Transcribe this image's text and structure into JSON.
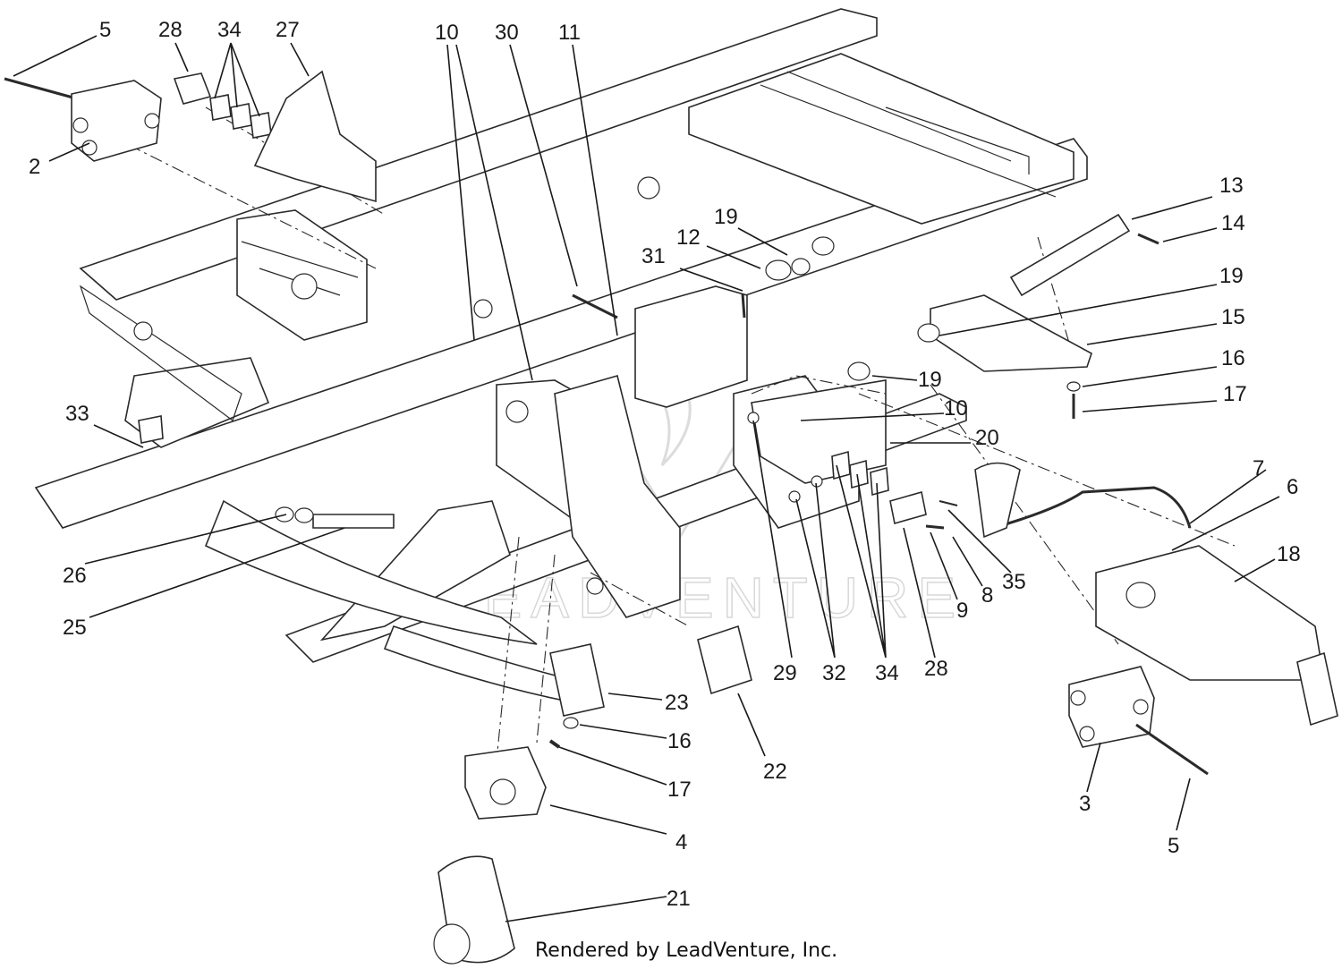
{
  "diagram": {
    "callouts": [
      {
        "id": "c5a",
        "text": "5"
      },
      {
        "id": "c28a",
        "text": "28"
      },
      {
        "id": "c34a",
        "text": "34"
      },
      {
        "id": "c27",
        "text": "27"
      },
      {
        "id": "c10a",
        "text": "10"
      },
      {
        "id": "c30",
        "text": "30"
      },
      {
        "id": "c11",
        "text": "11"
      },
      {
        "id": "c2",
        "text": "2"
      },
      {
        "id": "c19a",
        "text": "19"
      },
      {
        "id": "c12",
        "text": "12"
      },
      {
        "id": "c31",
        "text": "31"
      },
      {
        "id": "c13",
        "text": "13"
      },
      {
        "id": "c14",
        "text": "14"
      },
      {
        "id": "c19b",
        "text": "19"
      },
      {
        "id": "c15",
        "text": "15"
      },
      {
        "id": "c16a",
        "text": "16"
      },
      {
        "id": "c19c",
        "text": "19"
      },
      {
        "id": "c17a",
        "text": "17"
      },
      {
        "id": "c10b",
        "text": "10"
      },
      {
        "id": "c33",
        "text": "33"
      },
      {
        "id": "c20",
        "text": "20"
      },
      {
        "id": "c7",
        "text": "7"
      },
      {
        "id": "c6",
        "text": "6"
      },
      {
        "id": "c18",
        "text": "18"
      },
      {
        "id": "c26",
        "text": "26"
      },
      {
        "id": "c35",
        "text": "35"
      },
      {
        "id": "c8",
        "text": "8"
      },
      {
        "id": "c9",
        "text": "9"
      },
      {
        "id": "c25",
        "text": "25"
      },
      {
        "id": "c29",
        "text": "29"
      },
      {
        "id": "c32",
        "text": "32"
      },
      {
        "id": "c34b",
        "text": "34"
      },
      {
        "id": "c28b",
        "text": "28"
      },
      {
        "id": "c23",
        "text": "23"
      },
      {
        "id": "c16b",
        "text": "16"
      },
      {
        "id": "c22",
        "text": "22"
      },
      {
        "id": "c17b",
        "text": "17"
      },
      {
        "id": "c3",
        "text": "3"
      },
      {
        "id": "c4",
        "text": "4"
      },
      {
        "id": "c5b",
        "text": "5"
      },
      {
        "id": "c21",
        "text": "21"
      }
    ],
    "watermark": "LEADVENTURE",
    "credit": "Rendered by LeadVenture, Inc."
  }
}
